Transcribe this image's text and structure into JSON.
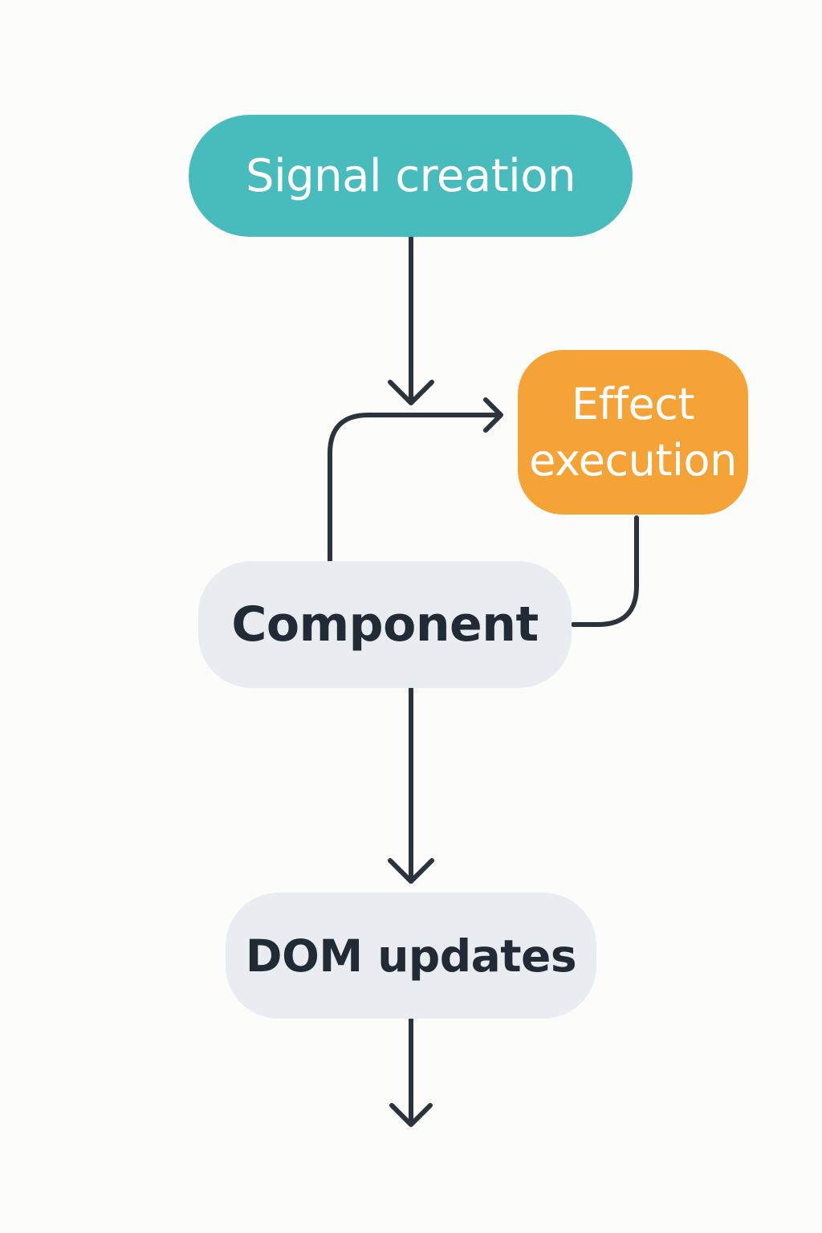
{
  "nodes": {
    "signal_creation": {
      "label": "Signal creation"
    },
    "effect_execution": {
      "label": "Effect execution"
    },
    "component": {
      "label": "Component"
    },
    "dom_updates": {
      "label": "DOM updates"
    }
  },
  "colors": {
    "background": "#fcfcfb",
    "signal_fill": "#48bcbc",
    "signal_text": "#ffffff",
    "effect_fill": "#f5a236",
    "effect_text": "#ffffff",
    "neutral_fill": "#e9edf1",
    "neutral_text": "#222b35",
    "line": "#2b333d"
  },
  "edges": [
    {
      "from": "signal_creation",
      "to": "merge_point",
      "arrow": "down"
    },
    {
      "from": "component",
      "to": "effect_execution",
      "arrow": "right"
    },
    {
      "from": "effect_execution",
      "to": "component",
      "arrow": "none"
    },
    {
      "from": "component",
      "to": "dom_updates",
      "arrow": "down"
    },
    {
      "from": "dom_updates",
      "to": "next",
      "arrow": "down"
    }
  ]
}
